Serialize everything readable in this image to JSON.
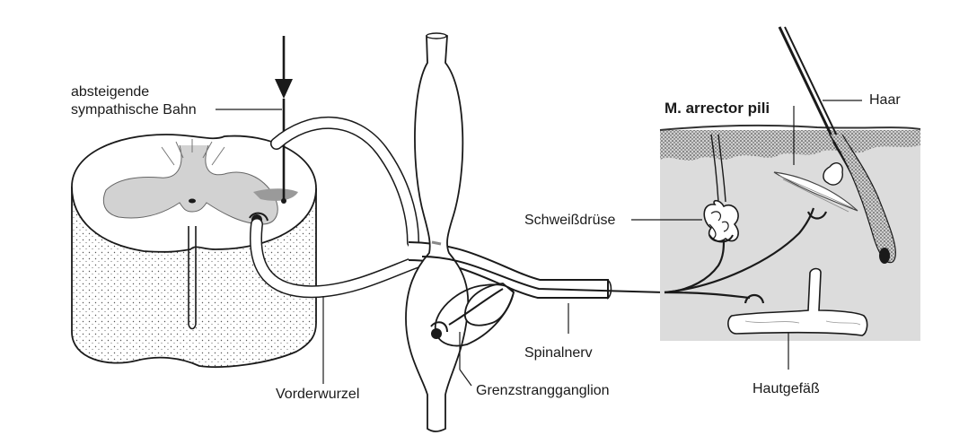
{
  "labels": {
    "absteigende_line1": "absteigende",
    "absteigende_line2": "sympathische Bahn",
    "m_arrector_pili": "M. arrector pili",
    "haar": "Haar",
    "schweissdruese": "Schweißdrüse",
    "spinalnerv": "Spinalnerv",
    "vorderwurzel": "Vorderwurzel",
    "grenzstrangganglion": "Grenzstrangganglion",
    "hautgefaess": "Hautgefäß"
  },
  "colors": {
    "ink": "#1a1a1a",
    "grey_matter": "#d2d2d2",
    "skin_bg": "#dcdcdc",
    "epidermis": "#4a4a4a",
    "paper": "#ffffff"
  }
}
